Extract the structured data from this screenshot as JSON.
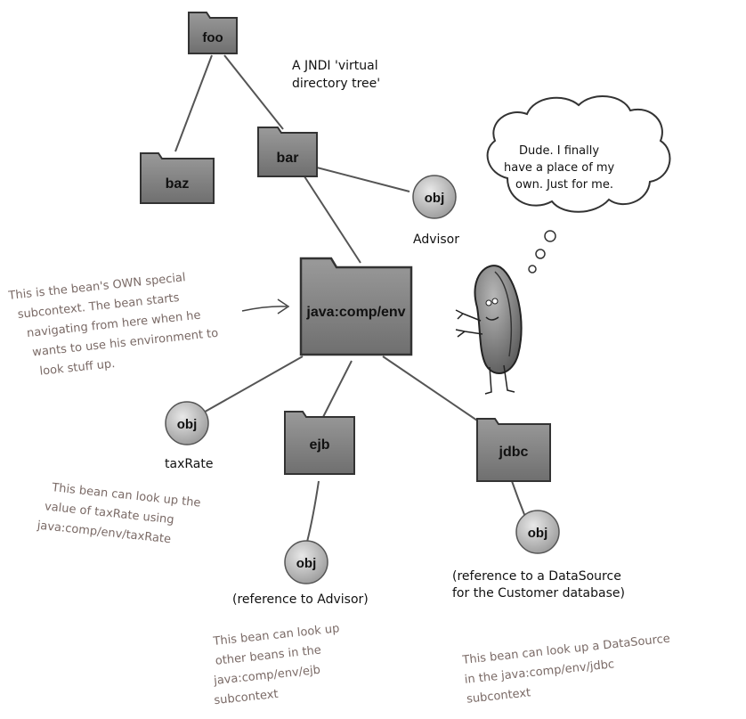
{
  "title_note": {
    "line1": "A JNDI 'virtual",
    "line2": "directory tree'"
  },
  "folders": {
    "foo": "foo",
    "baz": "baz",
    "bar": "bar",
    "env": "java:comp/env",
    "ejb": "ejb",
    "jdbc": "jdbc"
  },
  "objects": {
    "advisor_obj": "obj",
    "advisor_caption": "Advisor",
    "taxrate_obj": "obj",
    "taxrate_caption": "taxRate",
    "ejb_ref_obj": "obj",
    "ejb_ref_caption": "(reference to Advisor)",
    "jdbc_ref_obj": "obj",
    "jdbc_ref_caption_line1": "(reference to a DataSource",
    "jdbc_ref_caption_line2": "for the Customer database)"
  },
  "speech_bubble": {
    "line1": "Dude. I finally",
    "line2": "have a place of my",
    "line3": "own. Just for me."
  },
  "annotations": {
    "env_note": [
      "This is the bean's OWN special",
      "subcontext. The bean starts",
      "navigating from here when he",
      "wants to use his environment to",
      "look stuff up."
    ],
    "taxrate_note": [
      "This bean can look up the",
      "value of taxRate using",
      "java:comp/env/taxRate"
    ],
    "ejb_note": [
      "This bean can look up",
      "other beans in the",
      "java:comp/env/ejb",
      "subcontext"
    ],
    "jdbc_note": [
      "This bean can look up a DataSource",
      "in the java:comp/env/jdbc",
      "subcontext"
    ]
  }
}
